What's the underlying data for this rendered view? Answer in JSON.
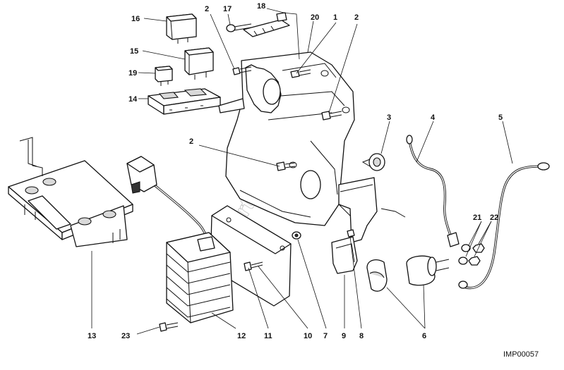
{
  "diagram": {
    "watermark": "PartsRepublik",
    "image_code": "IMP00057"
  },
  "callouts": [
    {
      "id": "c16",
      "text": "16"
    },
    {
      "id": "c15",
      "text": "15"
    },
    {
      "id": "c19",
      "text": "19"
    },
    {
      "id": "c14",
      "text": "14"
    },
    {
      "id": "c17",
      "text": "17"
    },
    {
      "id": "c18",
      "text": "18"
    },
    {
      "id": "c2a",
      "text": "2"
    },
    {
      "id": "c20",
      "text": "20"
    },
    {
      "id": "c1",
      "text": "1"
    },
    {
      "id": "c2b",
      "text": "2"
    },
    {
      "id": "c2c",
      "text": "2"
    },
    {
      "id": "c3",
      "text": "3"
    },
    {
      "id": "c4",
      "text": "4"
    },
    {
      "id": "c5",
      "text": "5"
    },
    {
      "id": "c21",
      "text": "21"
    },
    {
      "id": "c22",
      "text": "22"
    },
    {
      "id": "c13",
      "text": "13"
    },
    {
      "id": "c23",
      "text": "23"
    },
    {
      "id": "c12",
      "text": "12"
    },
    {
      "id": "c11",
      "text": "11"
    },
    {
      "id": "c10",
      "text": "10"
    },
    {
      "id": "c7",
      "text": "7"
    },
    {
      "id": "c9",
      "text": "9"
    },
    {
      "id": "c8",
      "text": "8"
    },
    {
      "id": "c6",
      "text": "6"
    }
  ]
}
